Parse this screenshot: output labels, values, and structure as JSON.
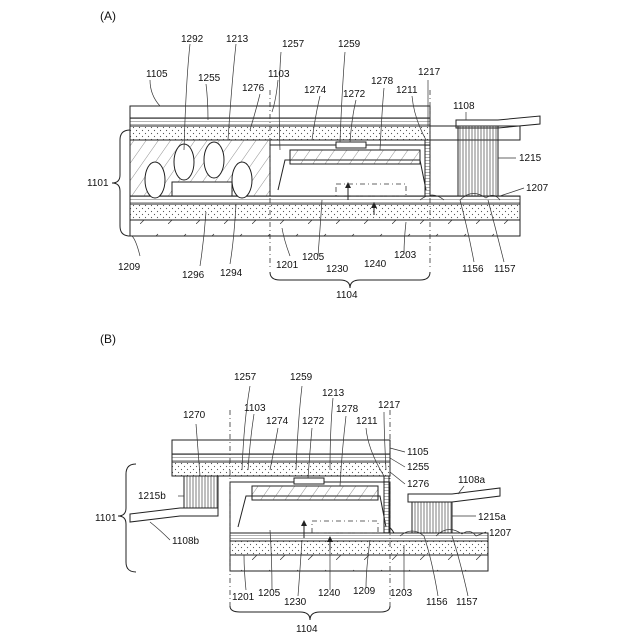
{
  "panels": [
    {
      "title": "(A)",
      "labels": {
        "l1292": "1292",
        "l1213": "1213",
        "l1257": "1257",
        "l1259": "1259",
        "l1105": "1105",
        "l1255": "1255",
        "l1103": "1103",
        "l1217": "1217",
        "l1108": "1108",
        "l1276": "1276",
        "l1274": "1274",
        "l1272": "1272",
        "l1278": "1278",
        "l1211": "1211",
        "l1101": "1101",
        "l1215": "1215",
        "l1207": "1207",
        "l1209": "1209",
        "l1296": "1296",
        "l1294": "1294",
        "l1201": "1201",
        "l1205": "1205",
        "l1230": "1230",
        "l1240": "1240",
        "l1203": "1203",
        "l1156": "1156",
        "l1157": "1157",
        "l1104": "1104"
      }
    },
    {
      "title": "(B)",
      "labels": {
        "l1257": "1257",
        "l1259": "1259",
        "l1213": "1213",
        "l1217": "1217",
        "l1270": "1270",
        "l1103": "1103",
        "l1274": "1274",
        "l1272": "1272",
        "l1278": "1278",
        "l1211": "1211",
        "l1105": "1105",
        "l1255": "1255",
        "l1108a": "1108a",
        "l1276": "1276",
        "l1215b": "1215b",
        "l1101": "1101",
        "l1215a": "1215a",
        "l1108b": "1108b",
        "l1207": "1207",
        "l1201": "1201",
        "l1205": "1205",
        "l1230": "1230",
        "l1240": "1240",
        "l1209": "1209",
        "l1203": "1203",
        "l1156": "1156",
        "l1157": "1157",
        "l1104": "1104"
      }
    }
  ]
}
